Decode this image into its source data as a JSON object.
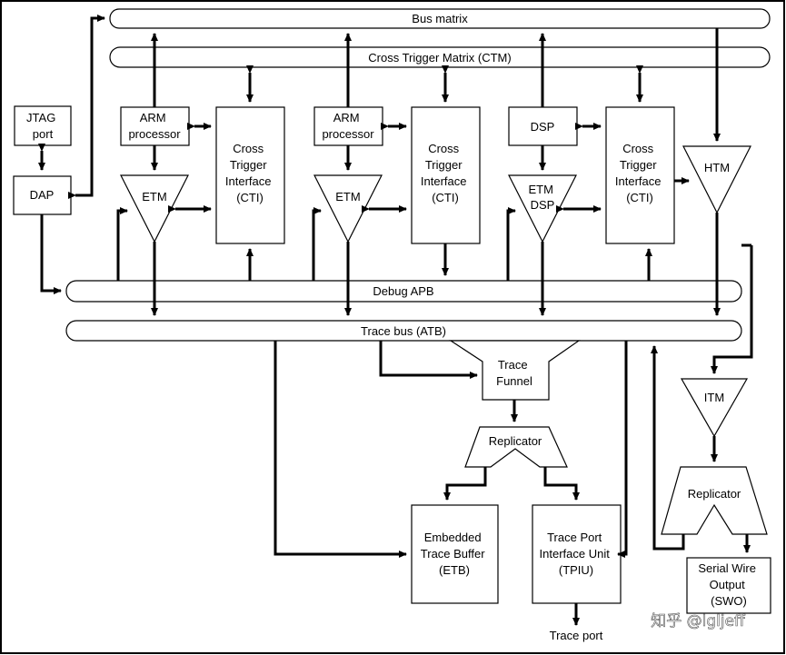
{
  "buses": {
    "bus_matrix": "Bus matrix",
    "ctm": "Cross Trigger Matrix (CTM)",
    "debug_apb": "Debug APB",
    "trace_bus": "Trace bus (ATB)"
  },
  "jtag": [
    "JTAG",
    "port"
  ],
  "dap": "DAP",
  "arm_processor": [
    "ARM",
    "processor"
  ],
  "dsp": "DSP",
  "cti": [
    "Cross",
    "Trigger",
    "Interface",
    "(CTI)"
  ],
  "etm": "ETM",
  "etm_dsp": [
    "ETM",
    "DSP"
  ],
  "htm": "HTM",
  "trace_funnel": [
    "Trace",
    "Funnel"
  ],
  "replicator": "Replicator",
  "etb": [
    "Embedded",
    "Trace Buffer",
    "(ETB)"
  ],
  "tpiu": [
    "Trace Port",
    "Interface Unit",
    "(TPIU)"
  ],
  "itm": "ITM",
  "swo": [
    "Serial Wire",
    "Output",
    "(SWO)"
  ],
  "trace_port": "Trace port",
  "watermark": "知乎 @lgljeff"
}
